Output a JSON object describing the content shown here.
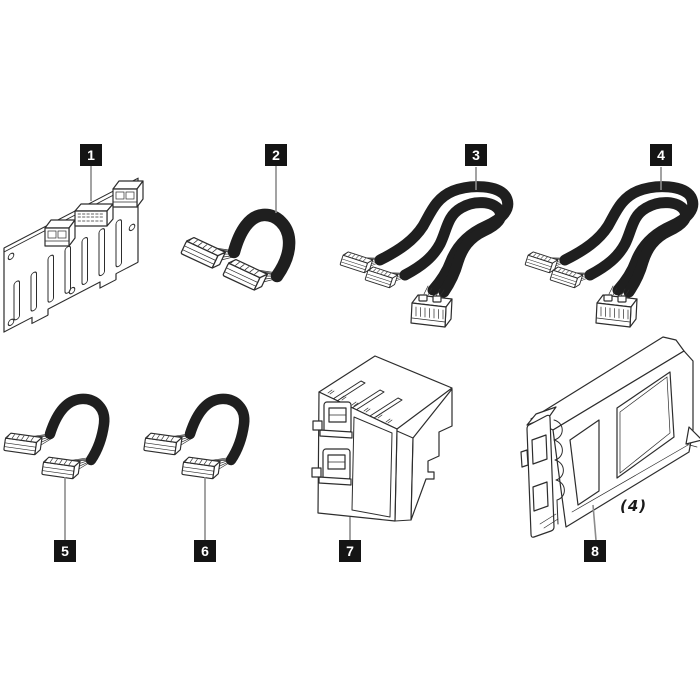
{
  "diagram": {
    "callouts": [
      {
        "number": "1",
        "part": "drive-backplane"
      },
      {
        "number": "2",
        "part": "cable"
      },
      {
        "number": "3",
        "part": "dual-cable-assembly"
      },
      {
        "number": "4",
        "part": "dual-cable-assembly"
      },
      {
        "number": "5",
        "part": "cable"
      },
      {
        "number": "6",
        "part": "cable"
      },
      {
        "number": "7",
        "part": "expansion-module"
      },
      {
        "number": "8",
        "part": "drive-bay-filler",
        "quantity_note": "(4)"
      }
    ],
    "colors": {
      "background": "#ffffff",
      "line": "#2d2d2d",
      "cable": "#1f1f1f",
      "label_background": "#141414",
      "label_text": "#ffffff",
      "leader_line": "#8c8c8c",
      "annotation": "#1a1a1a"
    }
  }
}
